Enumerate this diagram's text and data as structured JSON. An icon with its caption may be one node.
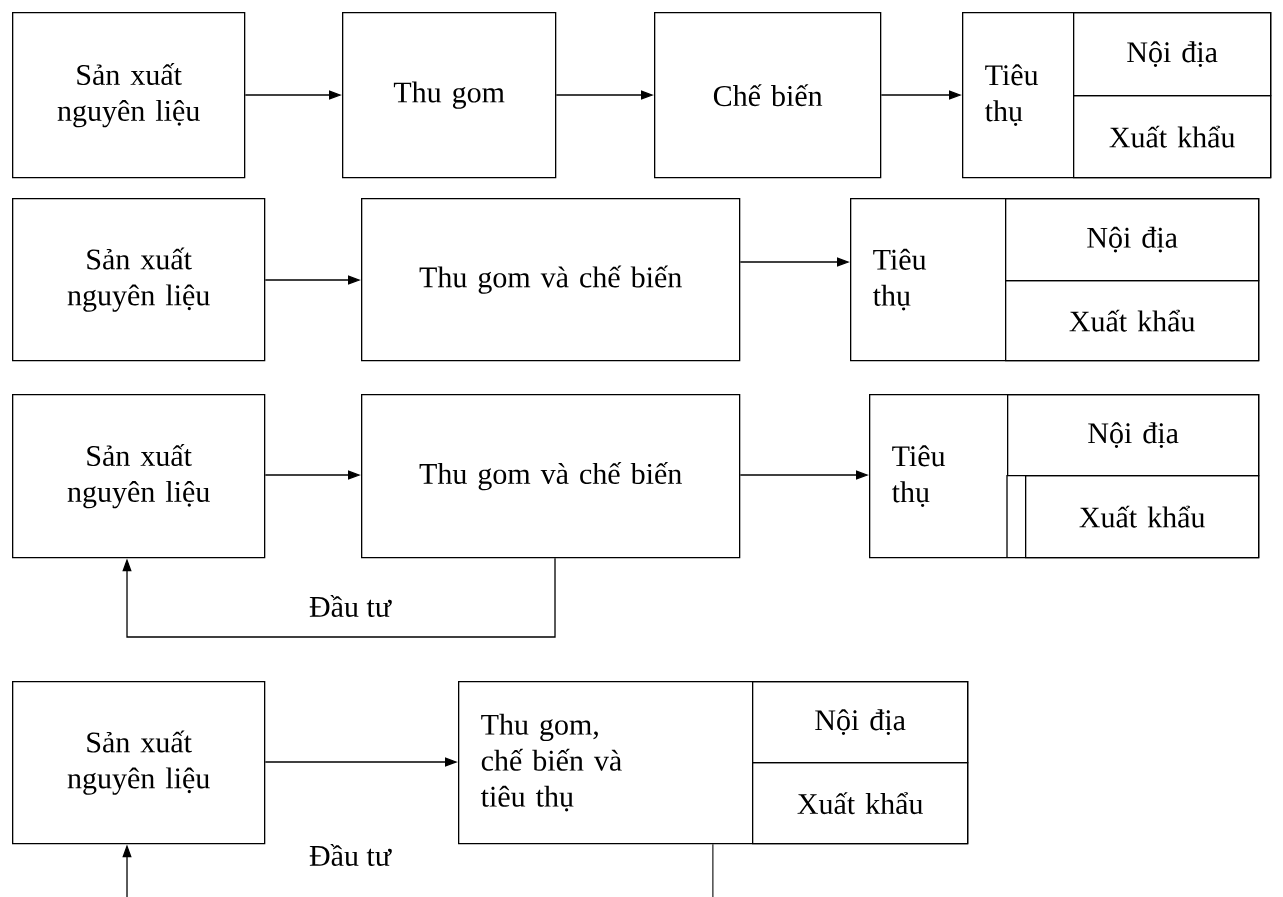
{
  "diagram": {
    "nodes": [
      {
        "text": [
          "Sản xuất nguyên liệu"
        ]
      },
      {
        "text": [
          "Thu gom"
        ]
      },
      {
        "text": [
          "Chế biến"
        ]
      },
      {
        "text": [
          "Tiêu thụ"
        ]
      },
      {
        "text": [
          "Nội địa"
        ],
        "in": 3
      },
      {
        "text": [
          "Xuất khẩu"
        ],
        "in": 3
      },
      {
        "text": [
          "Sản xuất nguyên liệu"
        ]
      },
      {
        "text": [
          "Thu gom và chế biến"
        ]
      },
      {
        "text": [
          "Tiêu thụ"
        ]
      },
      {
        "text": [
          "Nội địa"
        ],
        "in": 8
      },
      {
        "text": [
          "Xuất khẩu"
        ],
        "in": 8
      },
      {
        "text": [
          "Sản xuất nguyên liệu"
        ]
      },
      {
        "text": [
          "Thu gom và chế biến"
        ]
      },
      {
        "text": [
          "Tiêu thụ"
        ]
      },
      {
        "text": [
          "Nội địa"
        ],
        "in": 13
      },
      {
        "text": [
          "Xuất khẩu"
        ],
        "in": 13
      },
      {
        "text": [
          "Sản xuất nguyên liệu"
        ]
      },
      {
        "text": [
          "Thu gom, chế biến và tiêu thụ"
        ]
      },
      {
        "text": [
          "Nội địa"
        ],
        "in": 17
      },
      {
        "text": [
          "Xuất khẩu"
        ],
        "in": 17
      }
    ],
    "edges": [
      {
        "from": 0,
        "to": 1,
        "arrow": "to"
      },
      {
        "from": 1,
        "to": 2,
        "arrow": "to"
      },
      {
        "from": 2,
        "to": 3,
        "arrow": "to"
      },
      {
        "from": 6,
        "to": 7,
        "arrow": "to"
      },
      {
        "from": 7,
        "to": 8,
        "arrow": "to"
      },
      {
        "from": 11,
        "to": 12,
        "arrow": "to"
      },
      {
        "from": 12,
        "to": 13,
        "arrow": "to"
      },
      {
        "from": 12,
        "to": 11,
        "arrow": "to",
        "label": "Đầu tư"
      },
      {
        "from": 16,
        "to": 17,
        "arrow": "to"
      },
      {
        "from": 17,
        "to": null,
        "arrow": "none"
      },
      {
        "from": null,
        "to": 16,
        "arrow": "to"
      }
    ],
    "labels": [
      "Đầu tư"
    ]
  }
}
